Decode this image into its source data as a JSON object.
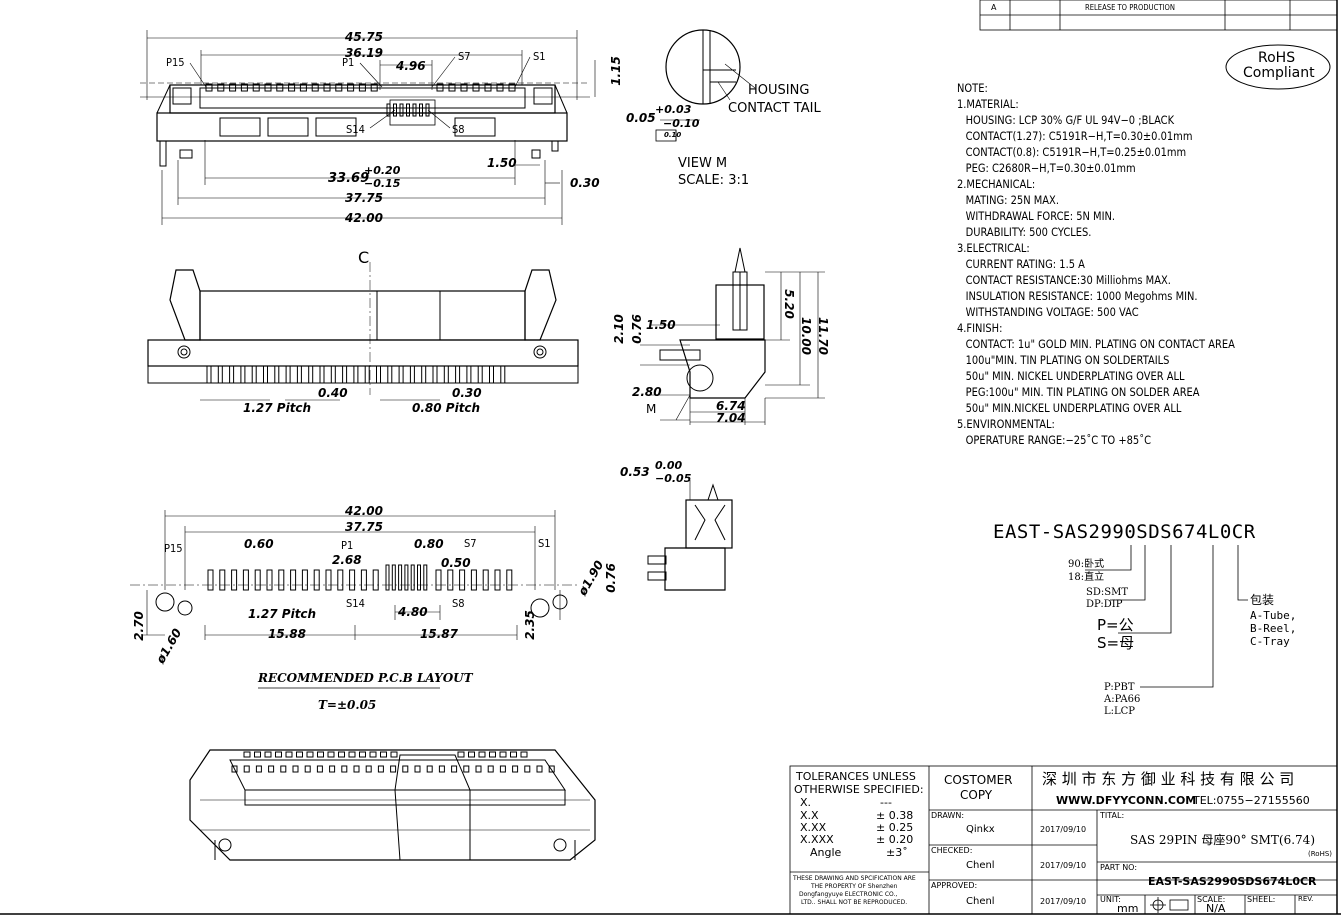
{
  "top_view": {
    "dims": {
      "overall": "45.75",
      "inner": "36.19",
      "gap": "4.96",
      "height": "1.15",
      "d33": "33.69",
      "d33_tol_plus": "+0.20",
      "d33_tol_minus": "−0.15",
      "d150": "1.50",
      "d030": "0.30",
      "d3775": "37.75",
      "d4200": "42.00"
    },
    "pins": {
      "p15": "P15",
      "p1": "P1",
      "s7": "S7",
      "s1": "S1",
      "s14": "S14",
      "s8": "S8"
    }
  },
  "view_m": {
    "housing": "HOUSING",
    "contact_tail": "CONTACT TAIL",
    "tol_a": "0.05",
    "tol_b": "+0.03",
    "tol_c": "−0.10",
    "flat": "0.10",
    "title": "VIEW M",
    "scale": "SCALE:  3:1"
  },
  "front_view": {
    "cl": "C",
    "d040": "0.40",
    "p127": "1.27 Pitch",
    "d030": "0.30",
    "p080": "0.80 Pitch"
  },
  "side_view": {
    "d210": "2.10",
    "d076": "0.76",
    "d150": "1.50",
    "d520": "5.20",
    "d1000": "10.00",
    "d1170": "11.70",
    "d280": "2.80",
    "m": "M",
    "d674": "6.74",
    "d704": "7.04"
  },
  "small_side": {
    "d053": "0.53",
    "d000": "0.00",
    "d005": "−0.05"
  },
  "pcb": {
    "d4200": "42.00",
    "d3775": "37.75",
    "d060": "0.60",
    "d080": "0.80",
    "d268": "2.68",
    "d050": "0.50",
    "p15": "P15",
    "p1": "P1",
    "s7": "S7",
    "s1": "S1",
    "s14": "S14",
    "s8": "S8",
    "p127": "1.27 Pitch",
    "d480": "4.80",
    "d1588": "15.88",
    "d1587": "15.87",
    "d270": "2.70",
    "d160": "ø1.60",
    "d190": "ø1.90",
    "d076": "0.76",
    "d235": "2.35",
    "caption": "RECOMMENDED P.C.B LAYOUT",
    "tol": "T=±0.05"
  },
  "revision": {
    "rev": "A",
    "desc": "RELEASE TO PRODUCTION"
  },
  "rohs": {
    "line1": "RoHS",
    "line2": "Compliant"
  },
  "notes": [
    {
      "t": "NOTE:",
      "i": 0
    },
    {
      "t": "1.MATERIAL:",
      "i": 0
    },
    {
      "t": "HOUSING: LCP   30% G/F UL 94V−0 ;BLACK",
      "i": 1
    },
    {
      "t": "CONTACT(1.27):   C5191R−H,T=0.30±0.01mm",
      "i": 1
    },
    {
      "t": "CONTACT(0.8):   C5191R−H,T=0.25±0.01mm",
      "i": 1
    },
    {
      "t": "PEG: C2680R−H,T=0.30±0.01mm",
      "i": 1
    },
    {
      "t": "2.MECHANICAL:",
      "i": 0
    },
    {
      "t": "MATING: 25N MAX.",
      "i": 1
    },
    {
      "t": "WITHDRAWAL FORCE: 5N MIN.",
      "i": 1
    },
    {
      "t": "DURABILITY: 500 CYCLES.",
      "i": 1
    },
    {
      "t": "3.ELECTRICAL:",
      "i": 0
    },
    {
      "t": "CURRENT RATING: 1.5 A",
      "i": 1
    },
    {
      "t": "CONTACT RESISTANCE:30 Milliohms MAX.",
      "i": 1
    },
    {
      "t": "INSULATION RESISTANCE: 1000 Megohms MIN.",
      "i": 1
    },
    {
      "t": "WITHSTANDING VOLTAGE: 500 VAC",
      "i": 1
    },
    {
      "t": "4.FINISH:",
      "i": 0
    },
    {
      "t": "CONTACT: 1u\" GOLD MIN. PLATING ON CONTACT AREA",
      "i": 1
    },
    {
      "t": "100u\"MIN.   TIN PLATING ON SOLDERTAILS",
      "i": 1
    },
    {
      "t": "50u\" MIN. NICKEL UNDERPLATING OVER ALL",
      "i": 1
    },
    {
      "t": "PEG:100u\" MIN.   TIN PLATING ON SOLDER AREA",
      "i": 1
    },
    {
      "t": "50u\" MIN.NICKEL UNDERPLATING OVER ALL",
      "i": 1
    },
    {
      "t": "5.ENVIRONMENTAL:",
      "i": 0
    },
    {
      "t": "OPERATURE RANGE:−25˚C TO +85˚C",
      "i": 1
    }
  ],
  "part_code": {
    "code": "EAST-SAS2990SDS674L0CR",
    "k1a": "90:卧式",
    "k1b": "18:直立",
    "k2a": "SD:SMT",
    "k2b": "DP:DIP",
    "k3a": "P=公",
    "k3b": "S=母",
    "k4a": "P:PBT",
    "k4b": "A:PA66",
    "k4c": "L:LCP",
    "k5a": "包装",
    "k5b": "A-Tube,",
    "k5c": "B-Reel,",
    "k5d": "C-Tray"
  },
  "title_block": {
    "tol_h1": "TOLERANCES UNLESS",
    "tol_h2": "OTHERWISE SPECIFIED:",
    "x": "X.",
    "x_v": "---",
    "xx1": "X.X",
    "xx1_v": "±  0.38",
    "xx2": "X.XX",
    "xx2_v": "±  0.25",
    "xx3": "X.XXX",
    "xx3_v": "±  0.20",
    "ang": "Angle",
    "ang_v": "±3˚",
    "prop1": "THESE DRAWING AND SPCIFICATION ARE",
    "prop2": "THE PROPERTY OF Shenzhen",
    "prop3": "Dongfangyuye  ELECTRONIC  CO.,",
    "prop4": "LTD.. SHALL NOT BE REPRODUCED.",
    "cust1": "COSTOMER",
    "cust2": "COPY",
    "company": "深 圳 市 东 方 御 业 科 技 有 限 公 司",
    "web": "WWW.DFYYCONN.COM",
    "tel": "TEL:0755−27155560",
    "drawn_l": "DRAWN:",
    "drawn": "Qinkx",
    "drawn_d": "2017/09/10",
    "checked_l": "CHECKED:",
    "checked": "Chenl",
    "checked_d": "2017/09/10",
    "approved_l": "APPROVED:",
    "approved": "Chenl",
    "approved_d": "2017/09/10",
    "title_l": "TITAL:",
    "title": "SAS 29PIN 母座90° SMT(6.74)",
    "rohs": "(RoHS)",
    "partno_l": "PART NO:",
    "partno": "EAST-SAS2990SDS674L0CR",
    "unit_l": "UNIT:",
    "unit": "mm",
    "scale_l": "SCALE:",
    "scale": "N/A",
    "sheet_l": "SHEEL:",
    "rev_l": "REV."
  }
}
